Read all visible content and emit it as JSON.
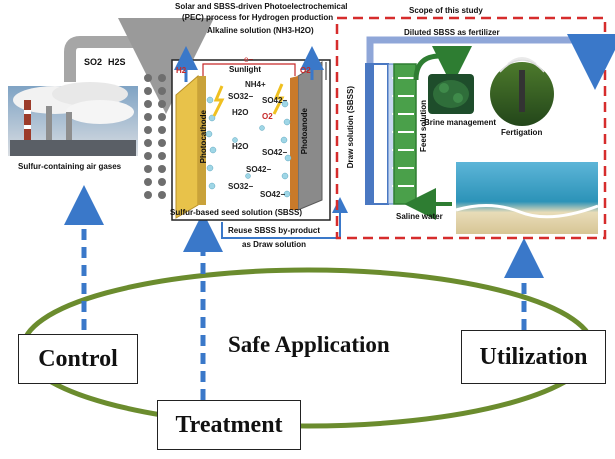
{
  "pec_title_line1": "Solar and SBSS-driven Photoelectrochemical",
  "pec_title_line2": "(PEC) process for Hydrogen production",
  "alkaline": "Alkaline solution (NH3-H2O)",
  "sunlight": "Sunlight",
  "h2": "H2",
  "o2": "O2",
  "electron": "e−",
  "photocathode": "Photocathode",
  "photoanode": "Photoanode",
  "sbss": "Sulfur-based seed solution (SBSS)",
  "so2": "SO2",
  "h2s": "H2S",
  "air_gases": "Sulfur-containing air gases",
  "reuse_line1": "Reuse SBSS by-product",
  "reuse_line2": "as Draw solution",
  "scope": "Scope of this study",
  "diluted": "Diluted SBSS as fertilizer",
  "draw_solution": "Draw solution (SBSS)",
  "feed_solution": "Feed solution",
  "brine": "Brine management",
  "fertigation": "Fertigation",
  "saline": "Saline water",
  "chem": {
    "nh4": "NH4+",
    "so3": "SO32−",
    "so4": "SO42−",
    "h2o": "H2O",
    "o2": "O2"
  },
  "safe_application": "Safe Application",
  "control": "Control",
  "treatment": "Treatment",
  "utilization": "Utilization",
  "colors": {
    "ellipse": "#6b8c2e",
    "dashed_arrow": "#3a78c9",
    "scope_border": "#d62c2c",
    "photocathode": "#e8c24a",
    "photoanode": "#8a8a8a",
    "draw_column": "#4a78c2",
    "feed_column": "#4aa04a"
  }
}
